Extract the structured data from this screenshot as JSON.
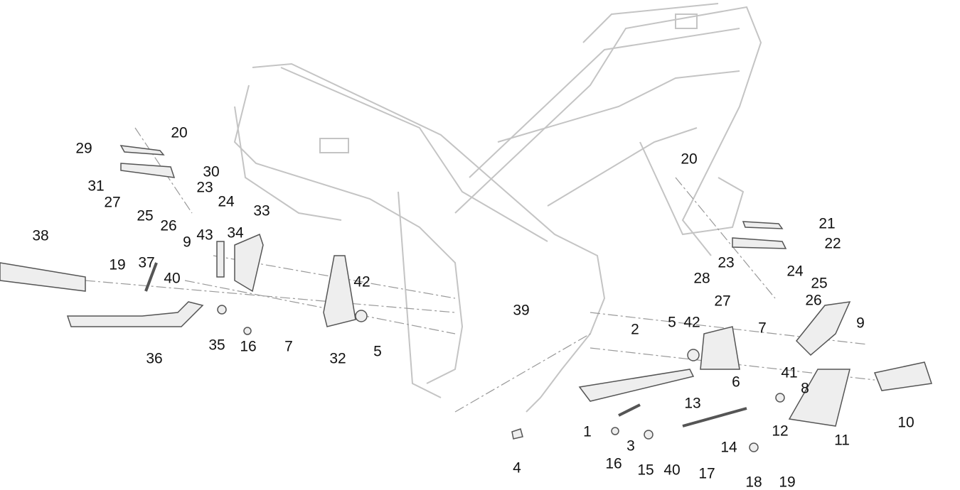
{
  "diagram": {
    "line_color": "#b8b8b8",
    "part_color": "#555555",
    "callouts_left": [
      "20",
      "29",
      "30",
      "31",
      "23",
      "27",
      "24",
      "25",
      "26",
      "33",
      "9",
      "43",
      "34",
      "38",
      "19",
      "37",
      "40",
      "42",
      "39",
      "35",
      "16",
      "7",
      "32",
      "5",
      "36"
    ],
    "callouts_right": [
      "20",
      "21",
      "22",
      "23",
      "24",
      "28",
      "25",
      "27",
      "26",
      "2",
      "5",
      "42",
      "7",
      "9",
      "41",
      "6",
      "8",
      "13",
      "1",
      "12",
      "14",
      "11",
      "10",
      "3",
      "16",
      "15",
      "40",
      "17",
      "18",
      "19",
      "4"
    ]
  }
}
